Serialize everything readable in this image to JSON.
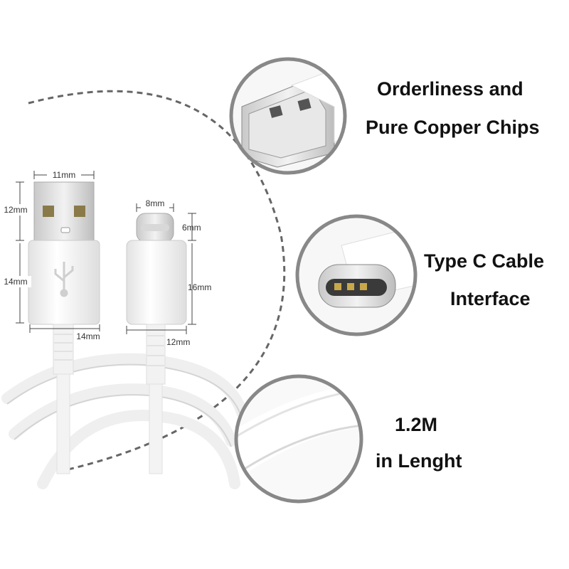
{
  "features": [
    {
      "line1": "Orderliness and",
      "line2": "Pure Copper Chips"
    },
    {
      "line1": "Type C Cable",
      "line2": "Interface"
    },
    {
      "line1": "1.2M",
      "line2": "in Lenght"
    }
  ],
  "dimensions": {
    "usb_width": "11mm",
    "usb_head": "12mm",
    "usb_body": "14mm",
    "usb_body_width": "14mm",
    "typec_width": "8mm",
    "typec_head": "6mm",
    "typec_body": "16mm",
    "typec_body_width": "12mm"
  }
}
